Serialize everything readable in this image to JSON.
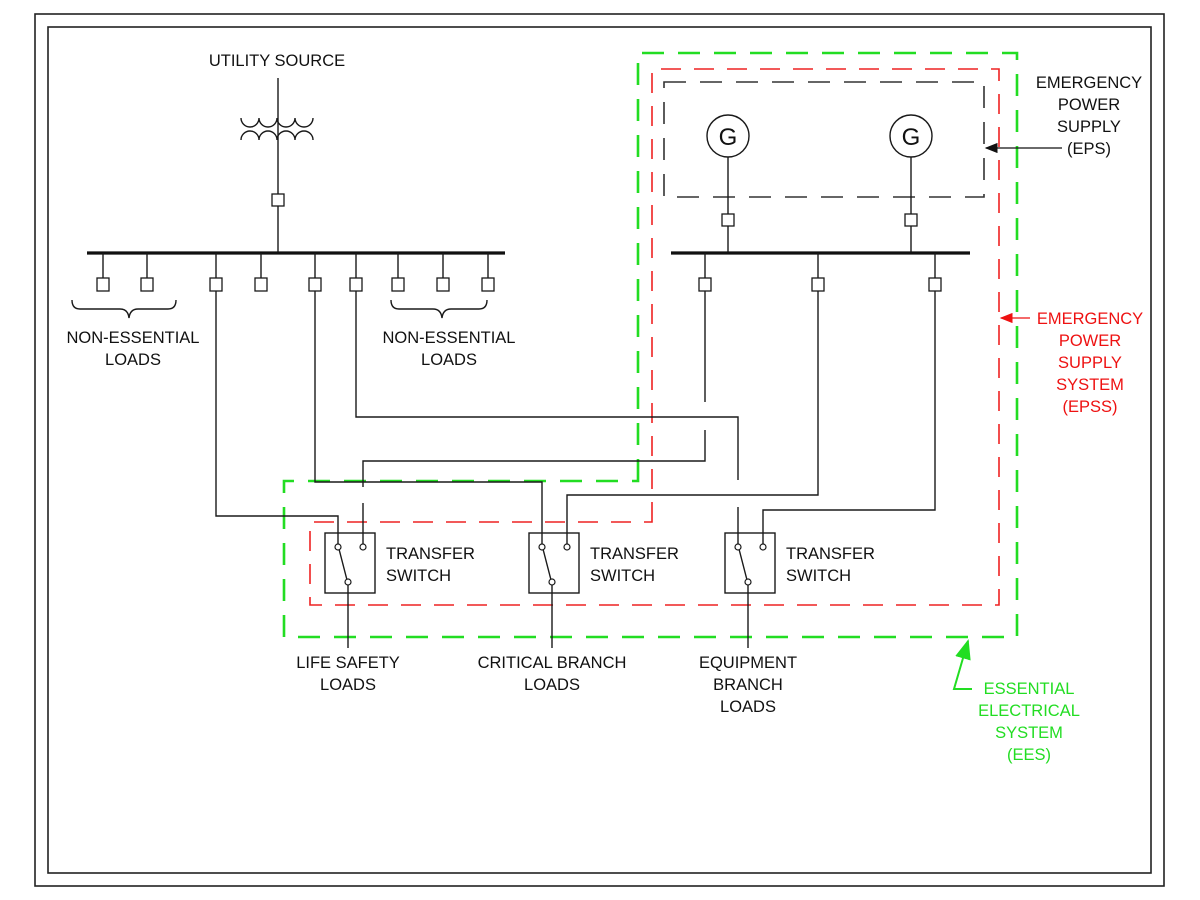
{
  "title": "Essential Electrical System One-Line Diagram",
  "utility_source": {
    "label": "UTILITY SOURCE"
  },
  "non_essential_left": {
    "line1": "NON-ESSENTIAL",
    "line2": "LOADS"
  },
  "non_essential_right": {
    "line1": "NON-ESSENTIAL",
    "line2": "LOADS"
  },
  "generators": [
    {
      "symbol": "G"
    },
    {
      "symbol": "G"
    }
  ],
  "eps_label": {
    "lines": [
      "EMERGENCY",
      "POWER",
      "SUPPLY",
      "(EPS)"
    ]
  },
  "epss_label": {
    "lines": [
      "EMERGENCY",
      "POWER",
      "SUPPLY",
      "SYSTEM",
      "(EPSS)"
    ],
    "color": "#ee1111"
  },
  "ees_label": {
    "lines": [
      "ESSENTIAL",
      "ELECTRICAL",
      "SYSTEM",
      "(EES)"
    ],
    "color": "#22dd22"
  },
  "transfer_switches": [
    {
      "line1": "TRANSFER",
      "line2": "SWITCH",
      "load_lines": [
        "LIFE SAFETY",
        "LOADS"
      ]
    },
    {
      "line1": "TRANSFER",
      "line2": "SWITCH",
      "load_lines": [
        "CRITICAL BRANCH",
        "LOADS"
      ]
    },
    {
      "line1": "TRANSFER",
      "line2": "SWITCH",
      "load_lines": [
        "EQUIPMENT",
        "BRANCH",
        "LOADS"
      ]
    }
  ],
  "colors": {
    "ees_boundary": "#22dd22",
    "epss_boundary": "#ee2222",
    "eps_boundary": "#333333",
    "wiring": "#1a1a1a"
  }
}
